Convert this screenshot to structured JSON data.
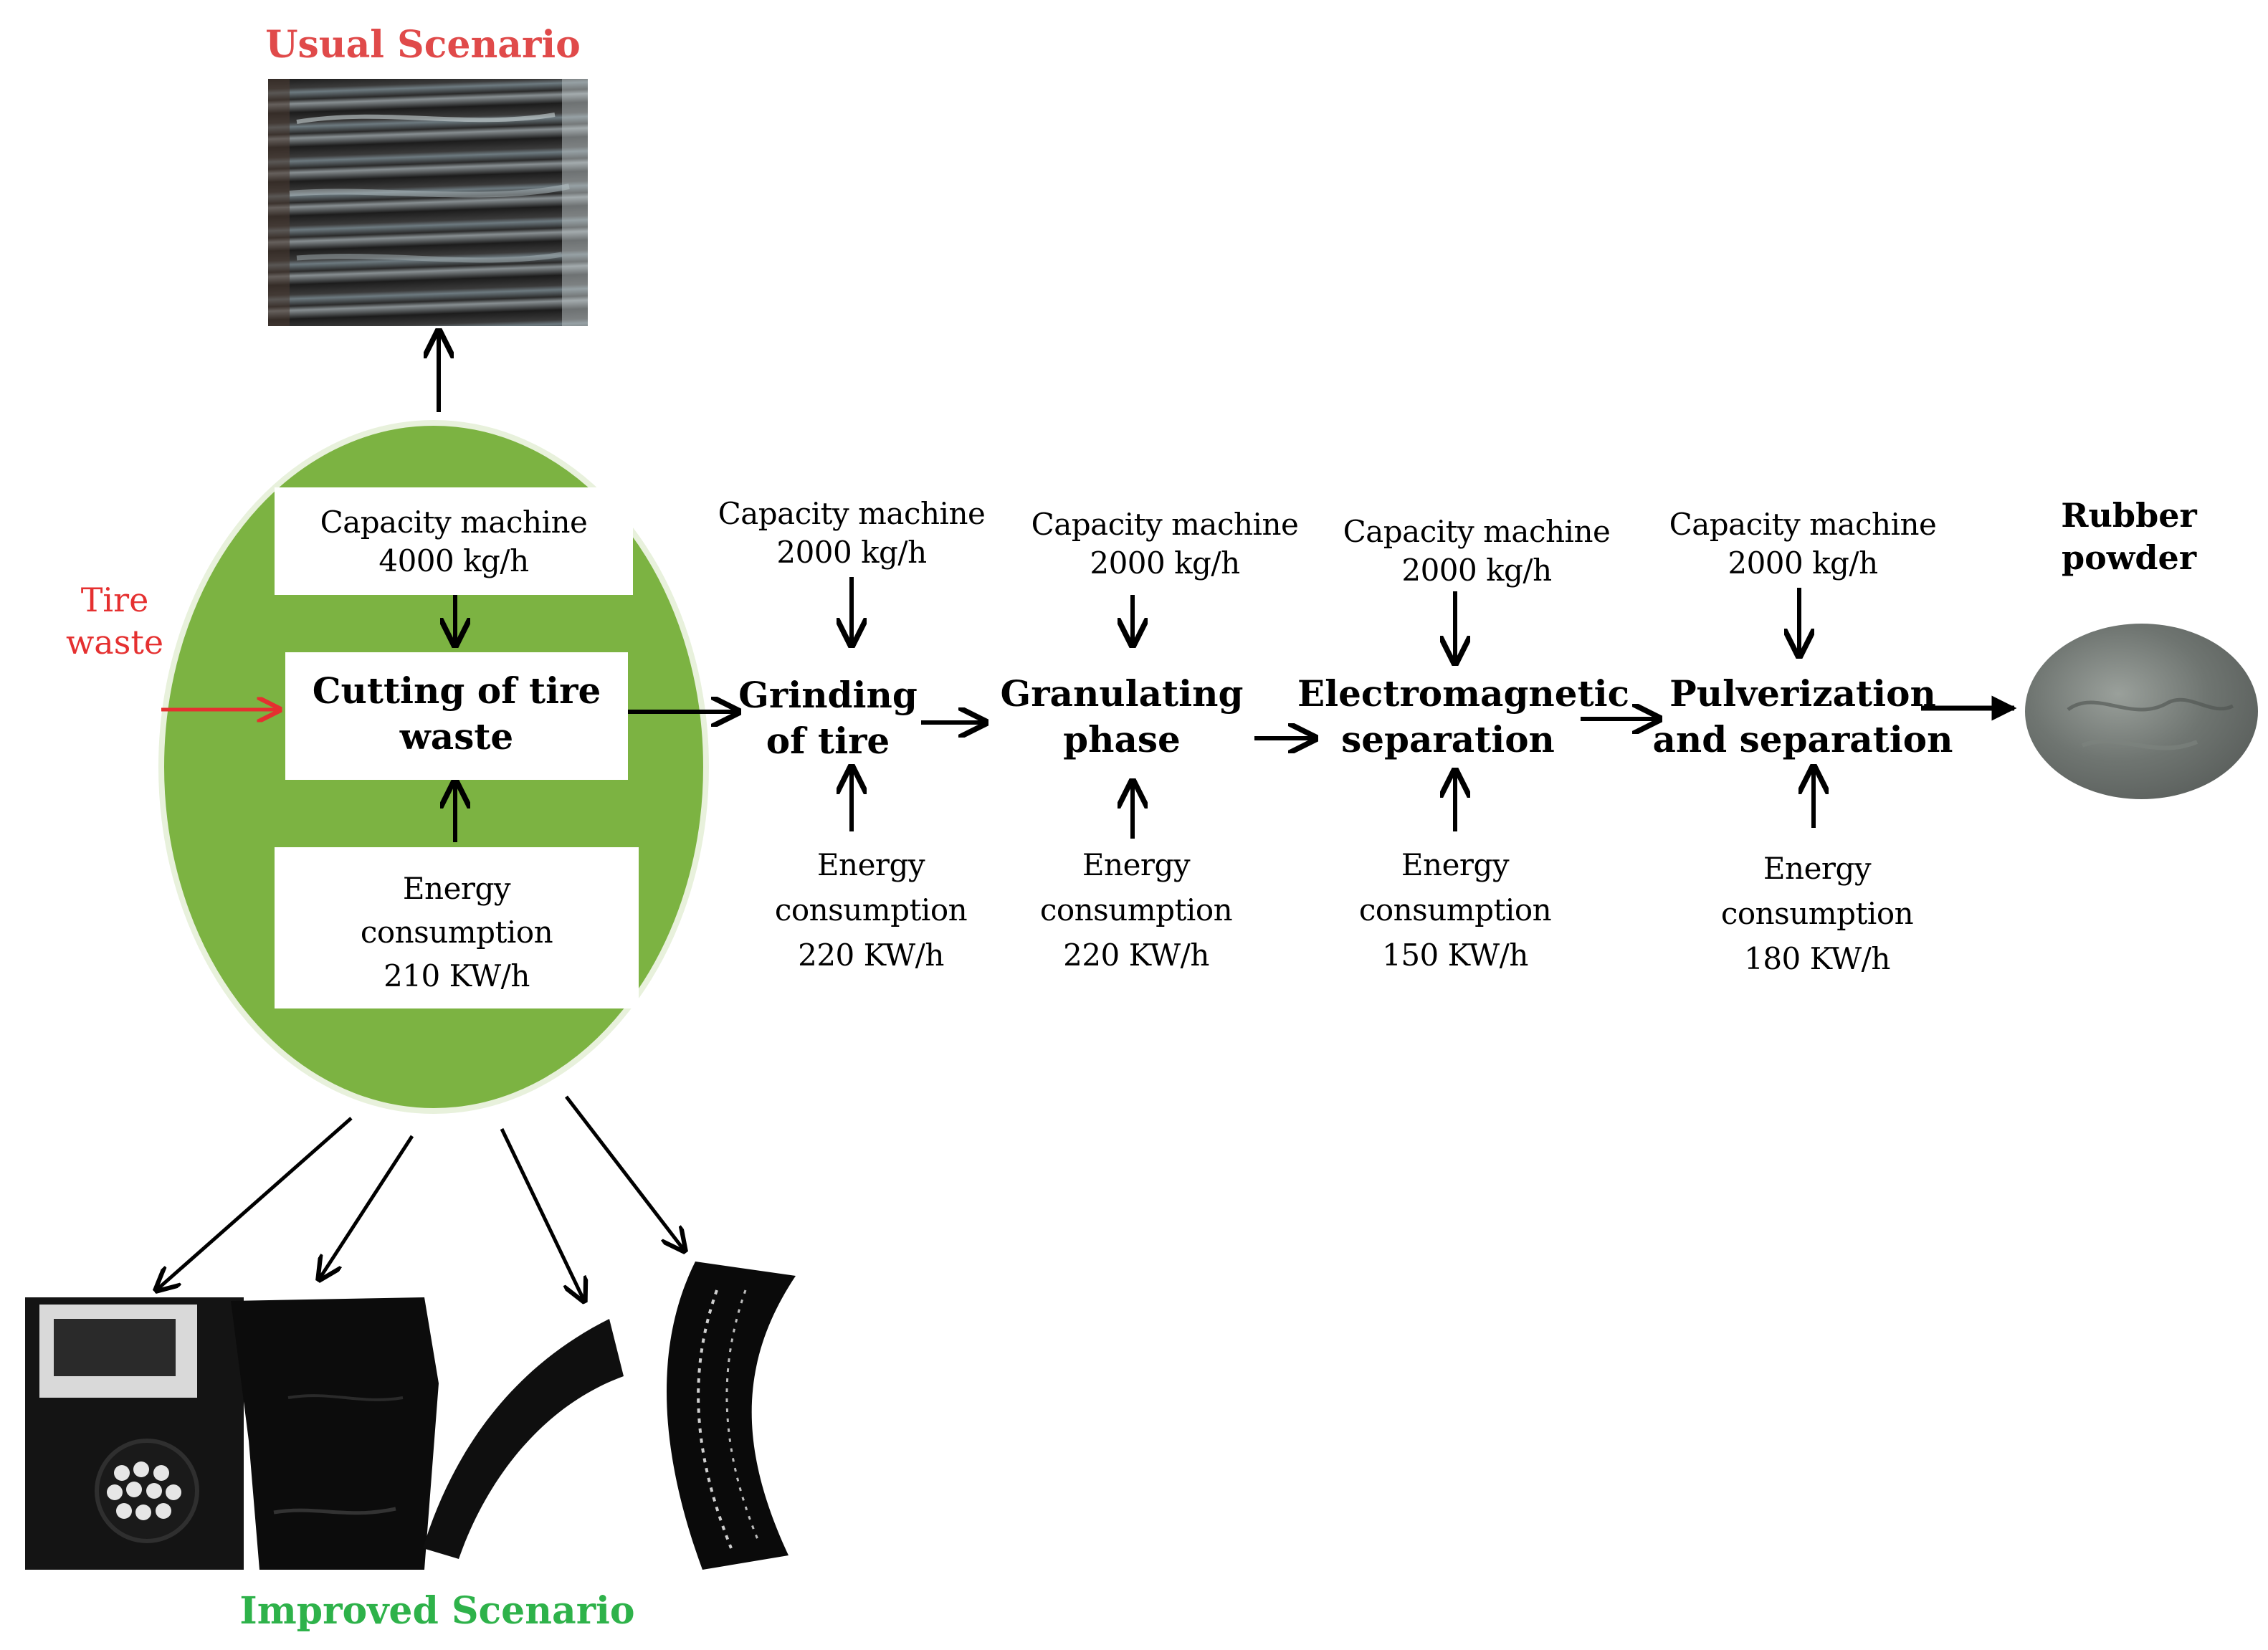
{
  "titles": {
    "usual": "Usual Scenario",
    "improved": "Improved Scenario"
  },
  "input": {
    "label_line1": "Tire",
    "label_line2": "waste"
  },
  "first_stage": {
    "capacity_line1": "Capacity machine",
    "capacity_line2": "4000 kg/h",
    "process_line1": "Cutting of tire",
    "process_line2": "waste",
    "energy_line1": "Energy",
    "energy_line2": "consumption",
    "energy_line3": "210 KW/h"
  },
  "stages": [
    {
      "capacity_line1": "Capacity machine",
      "capacity_line2": "2000 kg/h",
      "process_line1": "Grinding",
      "process_line2": "of tire",
      "energy_line1": "Energy",
      "energy_line2": "consumption",
      "energy_line3": "220 KW/h"
    },
    {
      "capacity_line1": "Capacity machine",
      "capacity_line2": "2000 kg/h",
      "process_line1": "Granulating",
      "process_line2": "phase",
      "energy_line1": "Energy",
      "energy_line2": "consumption",
      "energy_line3": "220 KW/h"
    },
    {
      "capacity_line1": "Capacity machine",
      "capacity_line2": "2000 kg/h",
      "process_line1": "Electromagnetic",
      "process_line2": "separation",
      "energy_line1": "Energy",
      "energy_line2": "consumption",
      "energy_line3": "150 KW/h"
    },
    {
      "capacity_line1": "Capacity machine",
      "capacity_line2": "2000 kg/h",
      "process_line1": "Pulverization",
      "process_line2": "and separation",
      "energy_line1": "Energy",
      "energy_line2": "consumption",
      "energy_line3": "180 KW/h"
    }
  ],
  "output": {
    "label_line1": "Rubber",
    "label_line2": "powder"
  },
  "colors": {
    "ellipse_fill": "#7cb342",
    "usual_title": "#e04a4a",
    "improved_title": "#2eb24a",
    "input_arrow": "#e53030",
    "arrows": "#000000"
  },
  "images": {
    "usual": "stacked-tire-strips-photo",
    "output": "rubber-powder-photo",
    "improved": [
      "tire-bead-chunk-photo",
      "tire-tread-block-photo",
      "tire-sidewall-strip-photo",
      "tire-steel-belt-strip-photo"
    ]
  }
}
